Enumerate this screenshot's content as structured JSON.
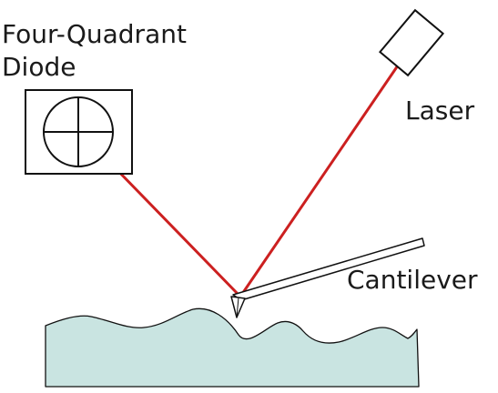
{
  "labels": {
    "diode_line1": "Four-Quadrant",
    "diode_line2": "Diode",
    "laser": "Laser",
    "cantilever": "Cantilever"
  },
  "colors": {
    "beam": "#cc2020",
    "sample_fill": "#c9e4e1",
    "stroke": "#111111",
    "background": "#ffffff"
  }
}
